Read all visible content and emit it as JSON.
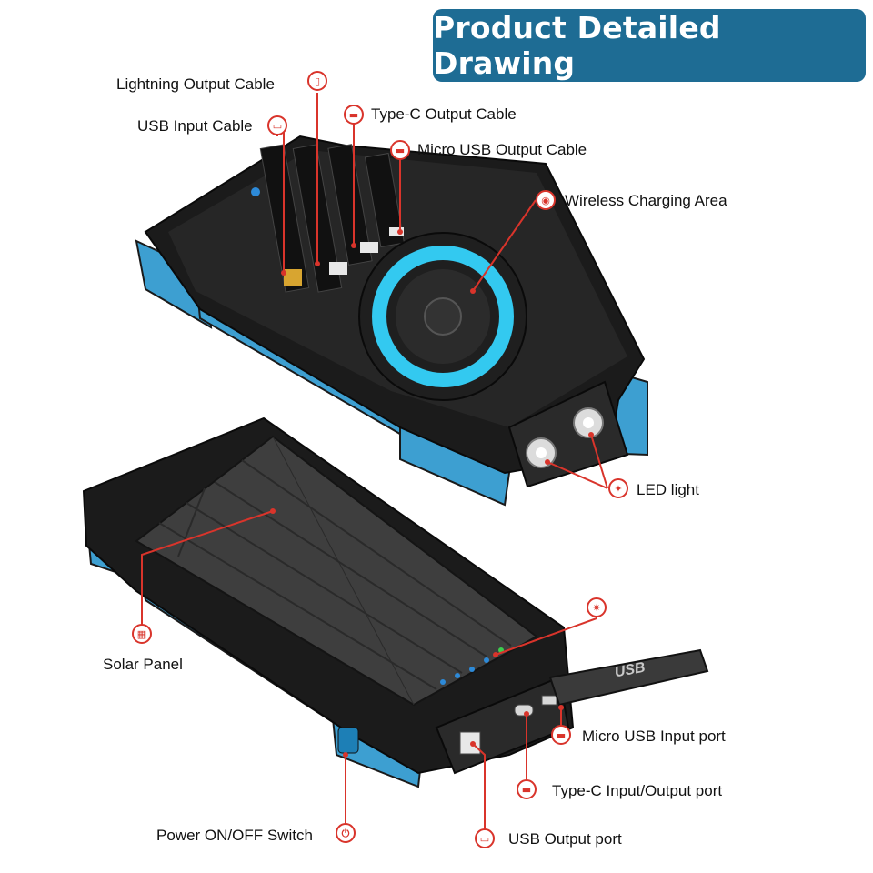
{
  "banner": {
    "title": "Product Detailed Drawing"
  },
  "colors": {
    "banner_bg": "#1e6c94",
    "accent_red": "#d9342b",
    "case_blue": "#3d9fd1",
    "body_black": "#1b1b1b",
    "ring_cyan": "#33c9f0"
  },
  "labels": {
    "lightning_output_cable": "Lightning Output Cable",
    "usb_input_cable": "USB Input Cable",
    "type_c_output_cable": "Type-C Output Cable",
    "micro_usb_output_cable": "Micro USB Output Cable",
    "wireless_charging_area": "Wireless Charging Area",
    "led_light": "LED light",
    "solar_panel": "Solar Panel",
    "micro_usb_input_port": "Micro USB Input port",
    "type_c_io_port": "Type-C Input/Output port",
    "power_switch": "Power ON/OFF Switch",
    "usb_output_port": "USB Output port"
  },
  "device_text": {
    "usb_cable_print": "USB"
  }
}
